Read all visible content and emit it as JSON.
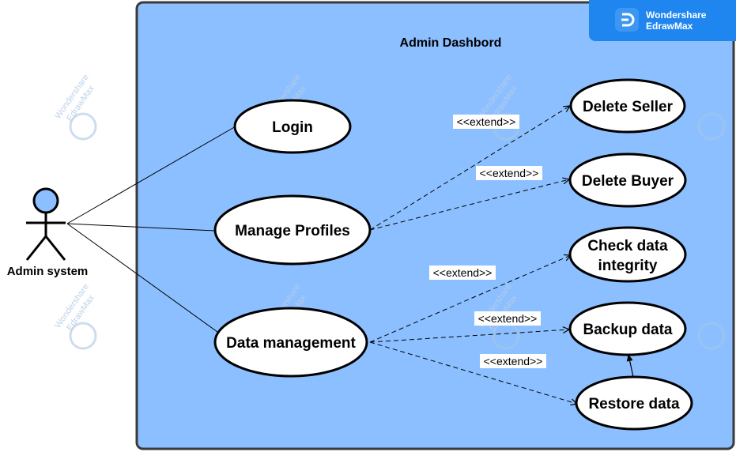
{
  "system": {
    "title": "Admin Dashbord"
  },
  "actor": {
    "label": "Admin system"
  },
  "use_cases": {
    "login": "Login",
    "manage_profiles": "Manage Profiles",
    "data_management": "Data management",
    "delete_seller": "Delete Seller",
    "delete_buyer": "Delete Buyer",
    "check_integrity": [
      "Check data",
      "integrity"
    ],
    "backup_data": "Backup data",
    "restore_data": "Restore data"
  },
  "relations": {
    "ext_delete_seller": "<<extend>>",
    "ext_delete_buyer": "<<extend>>",
    "ext_check_integrity": "<<extend>>",
    "ext_backup": "<<extend>>",
    "ext_restore": "<<extend>>"
  },
  "brand": {
    "line1": "Wondershare",
    "line2": "EdrawMax"
  },
  "watermark": {
    "line1": "Wondershare",
    "line2": "EdrawMax"
  },
  "colors": {
    "system_fill": "#8cbfff",
    "system_border": "#3a3a3a",
    "brand_blue": "#1f86f0",
    "actor_head": "#8cbfff"
  }
}
